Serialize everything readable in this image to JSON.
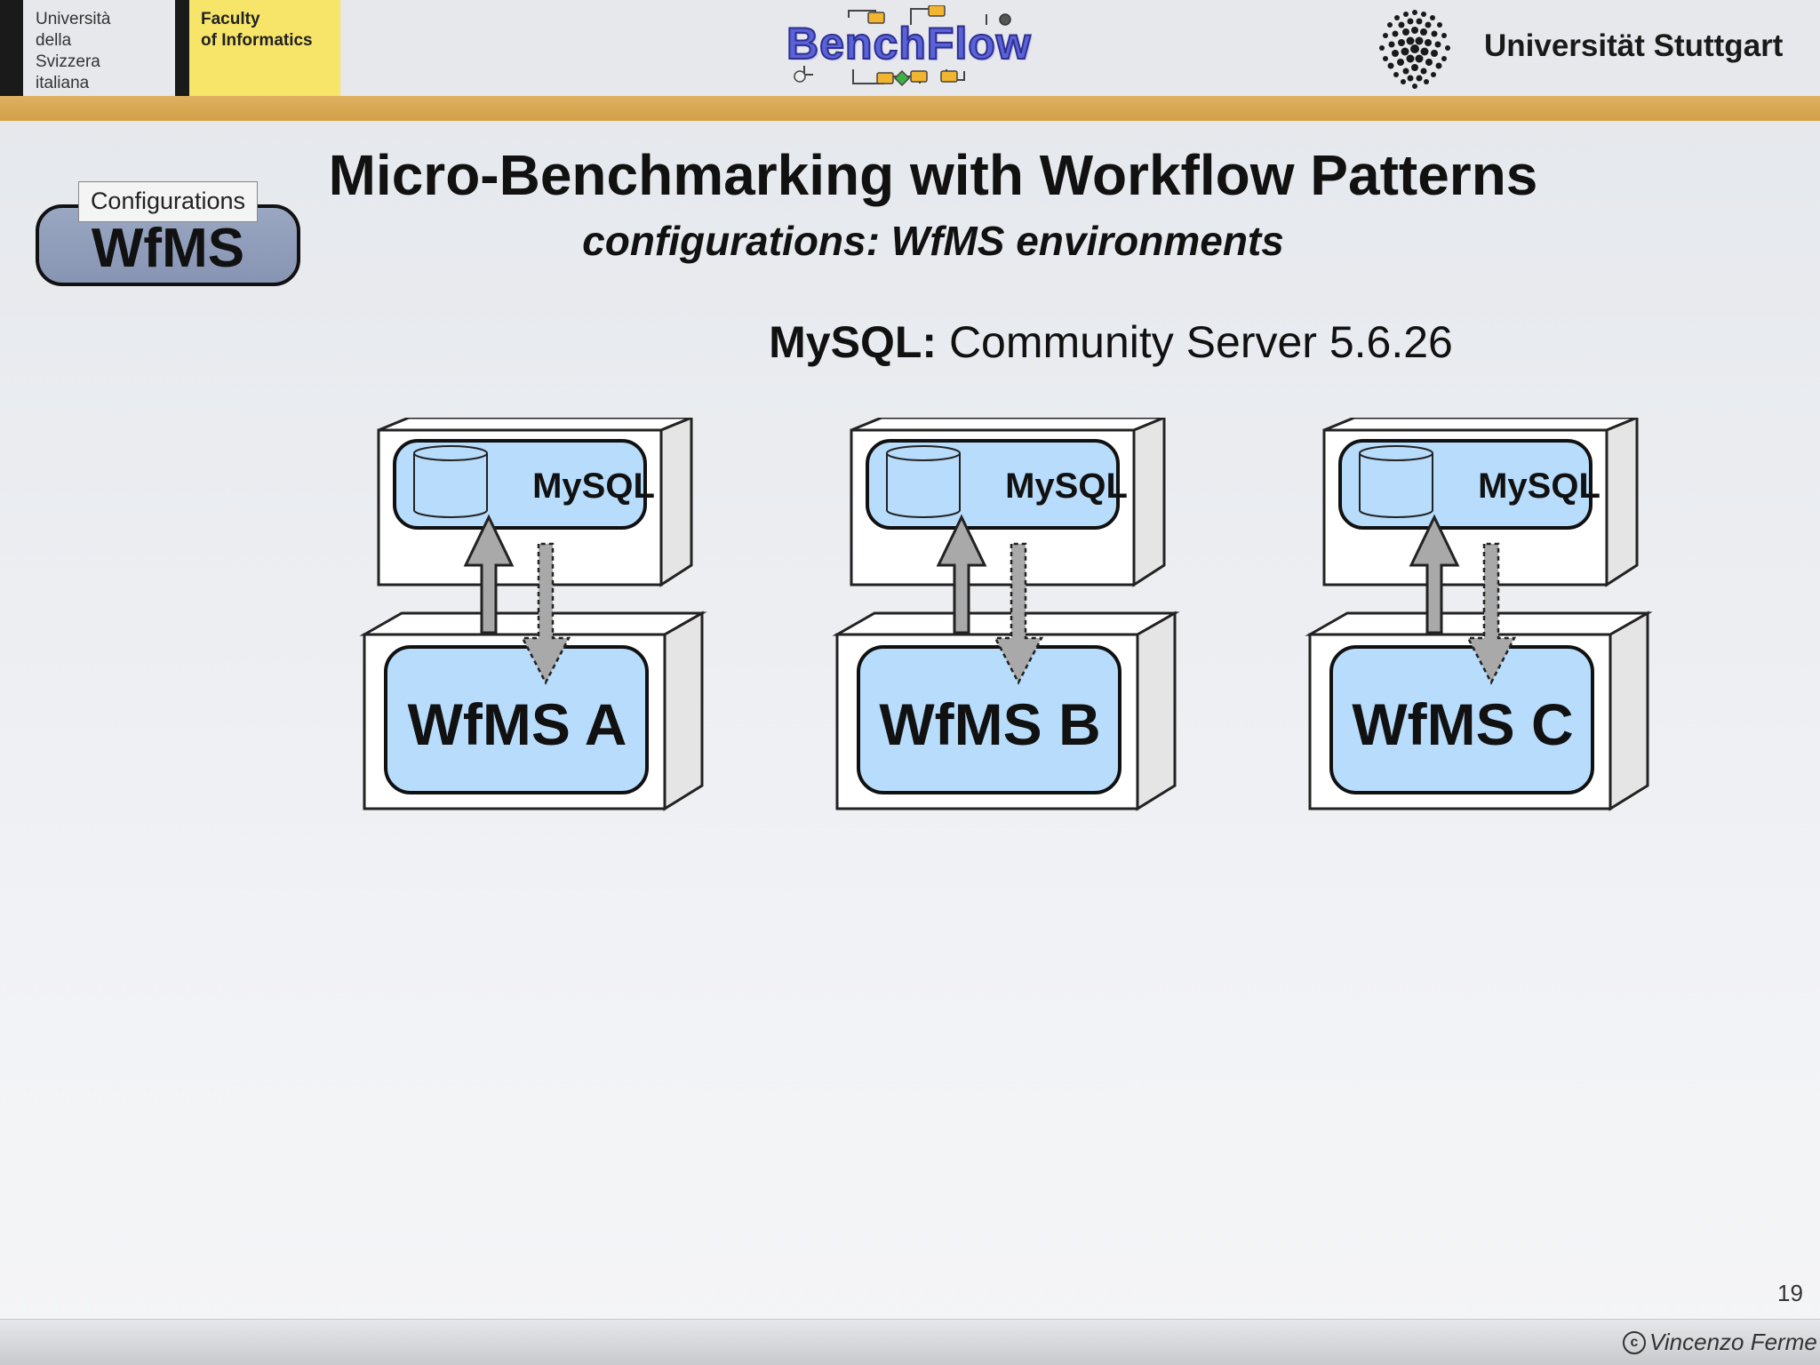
{
  "header": {
    "usi_lines": [
      "Università",
      "della",
      "Svizzera",
      "italiana"
    ],
    "faculty_lines": [
      "Faculty",
      "of Informatics"
    ],
    "benchflow_logo": "BenchFlow",
    "stuttgart_name": "Universität Stuttgart"
  },
  "slide": {
    "badge_tab": "Configurations",
    "badge_label": "WfMS",
    "title": "Micro-Benchmarking with Workflow Patterns",
    "subtitle": "configurations: WfMS environments",
    "mysql_key": "MySQL:",
    "mysql_value": " Community Server 5.6.26"
  },
  "diagram": {
    "db_label": "MySQL",
    "engines": [
      "WfMS A",
      "WfMS B",
      "WfMS C"
    ],
    "colors": {
      "node_fill": "#b8dcfb",
      "box_fill": "#ffffff",
      "side_fill": "#e5e5e5",
      "arrow_fill": "#a9a9a9"
    }
  },
  "footer": {
    "page_number": "19",
    "author": "Vincenzo Ferme",
    "license_icon": "cc-icon"
  }
}
